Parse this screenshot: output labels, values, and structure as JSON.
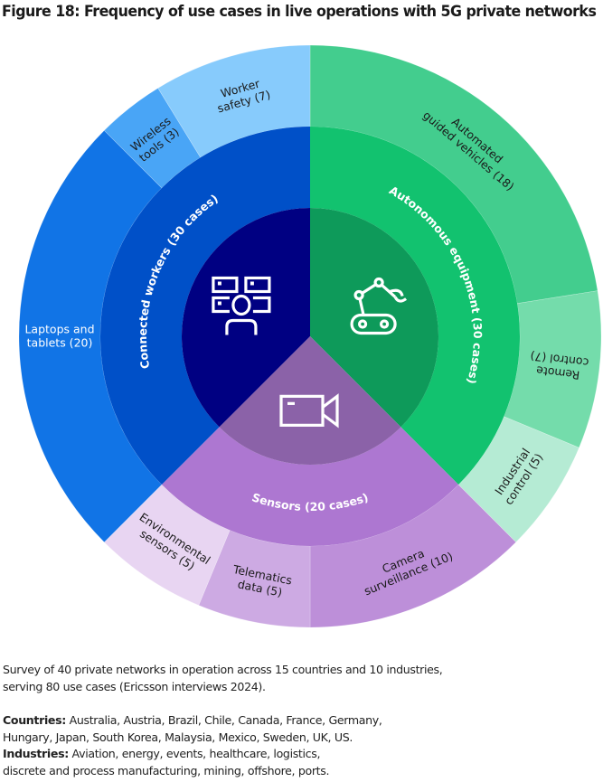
{
  "title": "Figure 18: Frequency of use cases in live operations with 5G private networks",
  "chart_data": {
    "type": "sunburst",
    "title": "Figure 18: Frequency of use cases in live operations with 5G private networks",
    "total_use_cases": 80,
    "categories": [
      {
        "name": "Autonomous equipment",
        "label": "Autonomous equipment (30 cases)",
        "value": 30,
        "icon": "robot-arm-icon",
        "colors": {
          "inner": "#0e9a5a",
          "middle": "#12c26f"
        },
        "children": [
          {
            "name": "Automated guided vehicles",
            "label_lines": [
              "Automated",
              "guided vehicles (18)"
            ],
            "value": 18,
            "color": "#43cd8e",
            "text_color": "#1a1a1a"
          },
          {
            "name": "Remote control",
            "label_lines": [
              "Remote",
              "control (7)"
            ],
            "value": 7,
            "color": "#74dcab",
            "text_color": "#1a1a1a"
          },
          {
            "name": "Industrial control",
            "label_lines": [
              "Industrial",
              "control (5)"
            ],
            "value": 5,
            "color": "#b5ebd4",
            "text_color": "#1a1a1a"
          }
        ]
      },
      {
        "name": "Sensors",
        "label": "Sensors (20 cases)",
        "value": 20,
        "icon": "video-camera-icon",
        "colors": {
          "inner": "#8b62a8",
          "middle": "#ad77d1"
        },
        "children": [
          {
            "name": "Camera surveillance",
            "label_lines": [
              "Camera",
              "surveillance (10)"
            ],
            "value": 10,
            "color": "#bd8fd9",
            "text_color": "#1a1a1a"
          },
          {
            "name": "Telematics data",
            "label_lines": [
              "Telematics",
              "data (5)"
            ],
            "value": 5,
            "color": "#cdaae3",
            "text_color": "#1a1a1a"
          },
          {
            "name": "Environmental sensors",
            "label_lines": [
              "Environmental",
              "sensors (5)"
            ],
            "value": 5,
            "color": "#e8d5f2",
            "text_color": "#1a1a1a"
          }
        ]
      },
      {
        "name": "Connected workers",
        "label": "Connected workers (30 cases)",
        "value": 30,
        "icon": "connected-worker-icon",
        "colors": {
          "inner": "#000082",
          "middle": "#0050c8"
        },
        "children": [
          {
            "name": "Laptops and tablets",
            "label_lines": [
              "Laptops and",
              "tablets (20)"
            ],
            "value": 20,
            "color": "#1174e6",
            "text_color": "#ffffff"
          },
          {
            "name": "Wireless tools",
            "label_lines": [
              "Wireless",
              "tools (3)"
            ],
            "value": 3,
            "color": "#49a5f6",
            "text_color": "#1a1a1a"
          },
          {
            "name": "Worker safety",
            "label_lines": [
              "Worker",
              "safety (7)"
            ],
            "value": 7,
            "color": "#87cbfc",
            "text_color": "#1a1a1a"
          }
        ]
      }
    ]
  },
  "notes": {
    "survey": [
      "Survey of 40 private networks in operation across 15 countries and 10 industries,",
      "serving 80 use cases (Ericsson interviews 2024)."
    ],
    "countries_label": "Countries:",
    "countries": [
      " Australia, Austria, Brazil, Chile, Canada, France, Germany,",
      "Hungary, Japan, South Korea, Malaysia, Mexico, Sweden, UK, US."
    ],
    "industries_label": "Industries:",
    "industries": [
      " Aviation, energy, events, healthcare, logistics,",
      "discrete and process manufacturing, mining, offshore, ports."
    ]
  }
}
